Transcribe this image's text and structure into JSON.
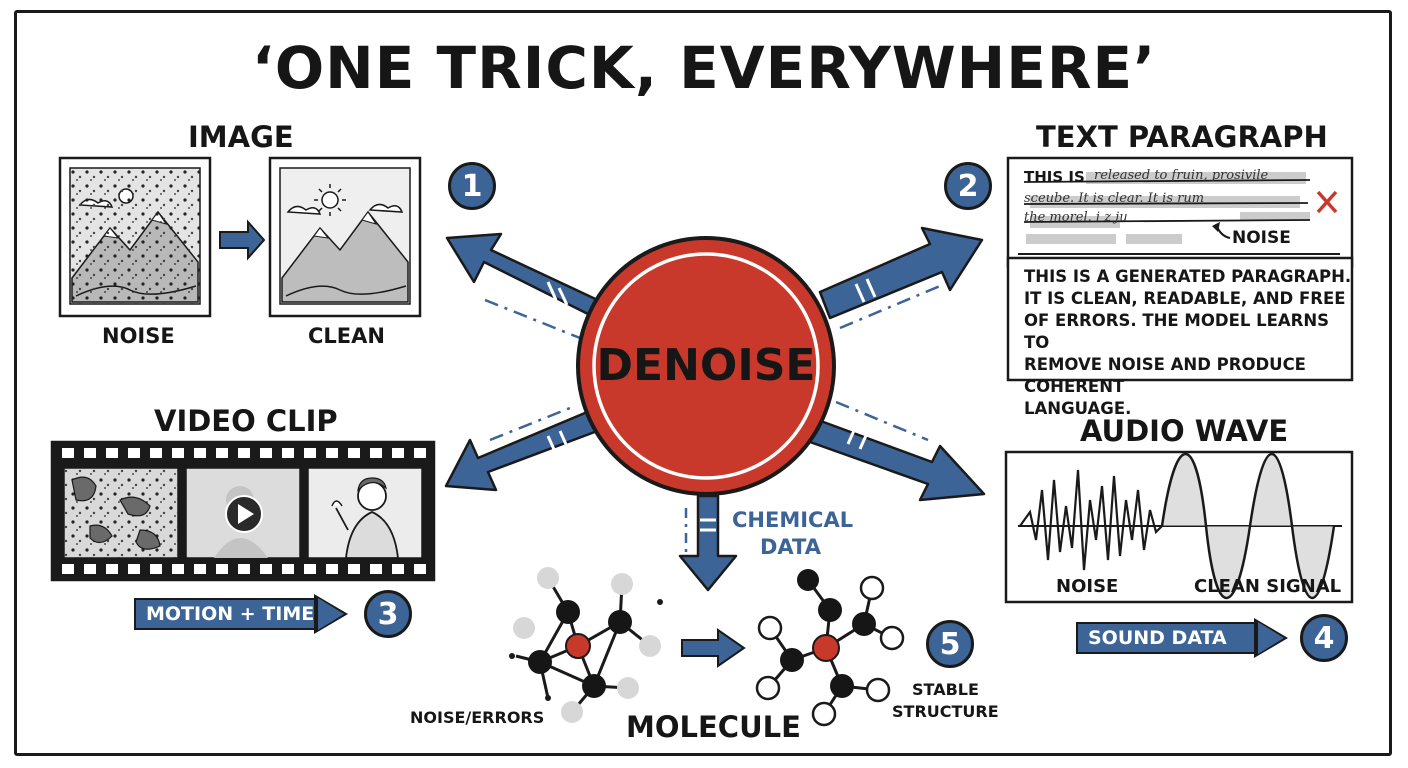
{
  "title": "‘ONE TRICK, EVERYWHERE’",
  "center": {
    "label": "DENOISE",
    "color": "#c8392b"
  },
  "colors": {
    "accent_blue": "#3c6496",
    "center_red": "#c8392b",
    "ink": "#1a1a1a"
  },
  "image_panel": {
    "heading": "IMAGE",
    "noise_caption": "NOISE",
    "clean_caption": "CLEAN",
    "badge": "1"
  },
  "text_panel": {
    "heading": "TEXT PARAGRAPH",
    "noisy_prefix": "THIS IS",
    "noisy_scribble_1": "released to fruin, prosivile",
    "noisy_scribble_2": "sceube. It is clear. It is rum",
    "noisy_scribble_3": "the morel. i z ju",
    "noise_label": "NOISE",
    "clean_lines": [
      "THIS IS A GENERATED PARAGRAPH.",
      "IT IS CLEAN, READABLE, AND FREE",
      "OF ERRORS. THE MODEL LEARNS TO",
      "REMOVE NOISE AND PRODUCE COHERENT",
      "LANGUAGE."
    ],
    "badge": "2"
  },
  "video_panel": {
    "heading": "VIDEO CLIP",
    "arrow_label": "MOTION + TIME",
    "badge": "3"
  },
  "audio_panel": {
    "heading": "AUDIO WAVE",
    "noise_caption": "NOISE",
    "clean_caption": "CLEAN SIGNAL",
    "arrow_label": "SOUND DATA",
    "badge": "4"
  },
  "molecule_panel": {
    "chemical_label_1": "CHEMICAL",
    "chemical_label_2": "DATA",
    "noise_caption": "NOISE/ERRORS",
    "heading": "MOLECULE",
    "stable_1": "STABLE",
    "stable_2": "STRUCTURE",
    "badge": "5"
  }
}
